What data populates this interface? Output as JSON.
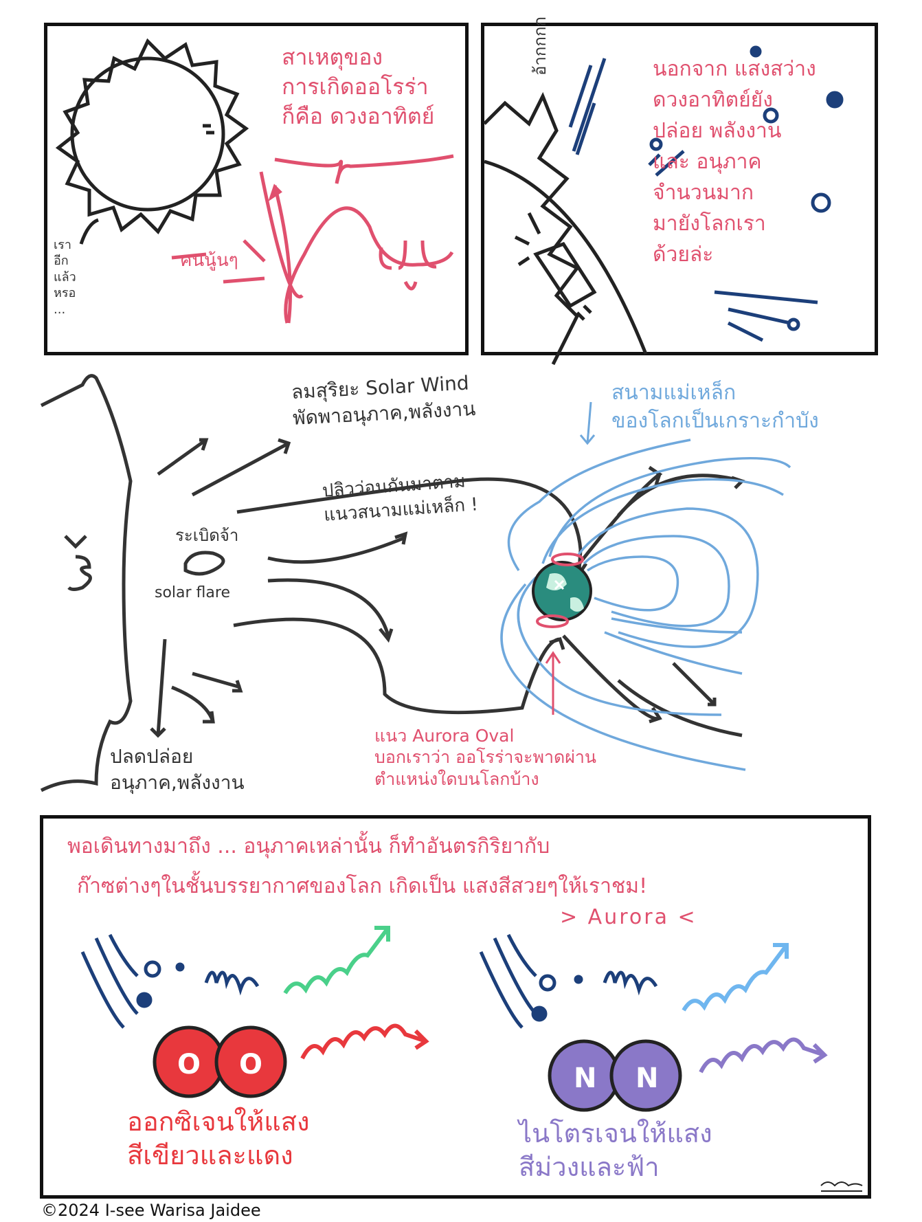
{
  "panel1": {
    "caption": "สาเหตุของ\nการเกิดออโรร่า\nก็คือ ดวงอาทิตย์",
    "sun_reply": "เรา\nอีก\nแล้ว\nหรอ\n...",
    "people_label": "คนนู้นๆ"
  },
  "panel2": {
    "sound": "อ้ากกกก",
    "caption": "นอกจาก แสงสว่าง\nดวงอาทิตย์ยัง\nปล่อย พลังงาน\nและ อนุภาค\nจำนวนมาก\nมายังโลกเรา\nด้วยล่ะ"
  },
  "diagram": {
    "solar_wind": "ลมสุริยะ Solar Wind\nพัดพาอนุภาค,พลังงาน",
    "magnetic_field": "สนามแม่เหล็ก\nของโลกเป็นเกราะกำบัง",
    "follow_field": "ปลิวว่อนกันมาตาม\nแนวสนามแม่เหล็ก !",
    "explosion": "ระเบิดจ้า",
    "solar_flare": "solar flare",
    "release": "ปลดปล่อย\nอนุภาค,พลังงาน",
    "aurora_oval": "แนว Aurora Oval\nบอกเราว่า ออโรร่าจะพาดผ่าน\nตำแหน่งใดบนโลกบ้าง"
  },
  "panel3": {
    "line1": "พอเดินทางมาถึง ... อนุภาคเหล่านั้น ก็ทำอันตรกิริยากับ",
    "line2": "ก๊าซต่างๆในชั้นบรรยากาศของโลก เกิดเป็น แสงสีสวยๆให้เราชม!",
    "line3": "> Aurora <",
    "oxygen_atom": "O",
    "nitrogen_atom": "N",
    "oxygen_caption": "ออกซิเจนให้แสง\nสีเขียวและแดง",
    "nitrogen_caption": "ไนโตรเจนให้แสง\nสีม่วงและฟ้า"
  },
  "copyright": "©2024 I-see Warisa Jaidee",
  "colors": {
    "pink": "#e0506e",
    "navy": "#1c3f7a",
    "light_blue": "#6fa8dc",
    "oxygen": "#e8383d",
    "nitrogen": "#8a78c8",
    "green_wave": "#4ad08a",
    "earth": "#2a8c7e"
  }
}
